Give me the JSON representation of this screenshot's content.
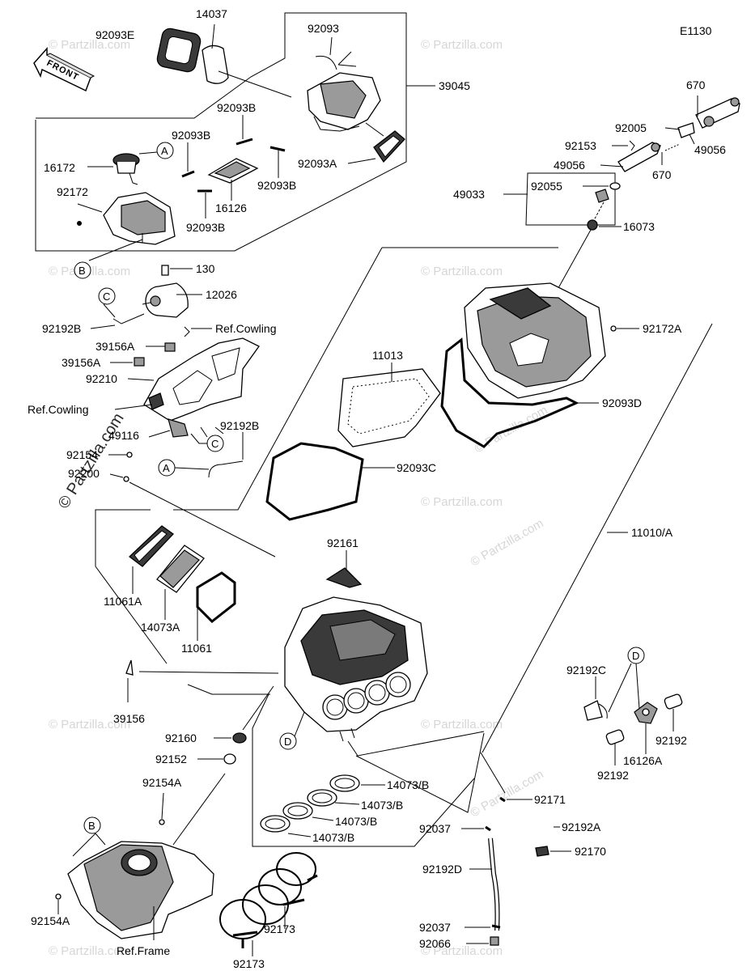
{
  "diagram_code": "E1130",
  "front_label": "FRONT",
  "watermarks": {
    "text": "© Partzilla.com",
    "main": "© Partzilla.com"
  },
  "callouts": {
    "A": "A",
    "B": "B",
    "C": "C",
    "D": "D"
  },
  "labels": {
    "l_92093E": "92093E",
    "l_14037": "14037",
    "l_92093": "92093",
    "l_39045": "39045",
    "l_92093B_1": "92093B",
    "l_92093B_2": "92093B",
    "l_92093B_3": "92093B",
    "l_92093B_4": "92093B",
    "l_92093A": "92093A",
    "l_16172": "16172",
    "l_16126": "16126",
    "l_92172": "92172",
    "l_670_1": "670",
    "l_670_2": "670",
    "l_92005": "92005",
    "l_92153": "92153",
    "l_49056_1": "49056",
    "l_49056_2": "49056",
    "l_49033": "49033",
    "l_92055": "92055",
    "l_16073": "16073",
    "l_130": "130",
    "l_12026": "12026",
    "l_92192B_1": "92192B",
    "l_refcowling_1": "Ref.Cowling",
    "l_39156A_1": "39156A",
    "l_39156A_2": "39156A",
    "l_92210": "92210",
    "l_refcowling_2": "Ref.Cowling",
    "l_49116": "49116",
    "l_92192B_2": "92192B",
    "l_92154": "92154",
    "l_92200": "92200",
    "l_11013": "11013",
    "l_92172A": "92172A",
    "l_92093D": "92093D",
    "l_92093C": "92093C",
    "l_11010A": "11010/A",
    "l_92161": "92161",
    "l_11061A": "11061A",
    "l_14073A": "14073A",
    "l_11061": "11061",
    "l_39156": "39156",
    "l_92192C": "92192C",
    "l_92192_1": "92192",
    "l_16126A": "16126A",
    "l_92192_2": "92192",
    "l_92160": "92160",
    "l_92152": "92152",
    "l_14073B_1": "14073/B",
    "l_14073B_2": "14073/B",
    "l_14073B_3": "14073/B",
    "l_14073B_4": "14073/B",
    "l_92171": "92171",
    "l_92154A_1": "92154A",
    "l_92037_1": "92037",
    "l_92192A": "92192A",
    "l_92170": "92170",
    "l_92192D": "92192D",
    "l_92154A_2": "92154A",
    "l_92173_1": "92173",
    "l_92173_2": "92173",
    "l_92037_2": "92037",
    "l_92066": "92066",
    "l_refframe": "Ref.Frame"
  }
}
